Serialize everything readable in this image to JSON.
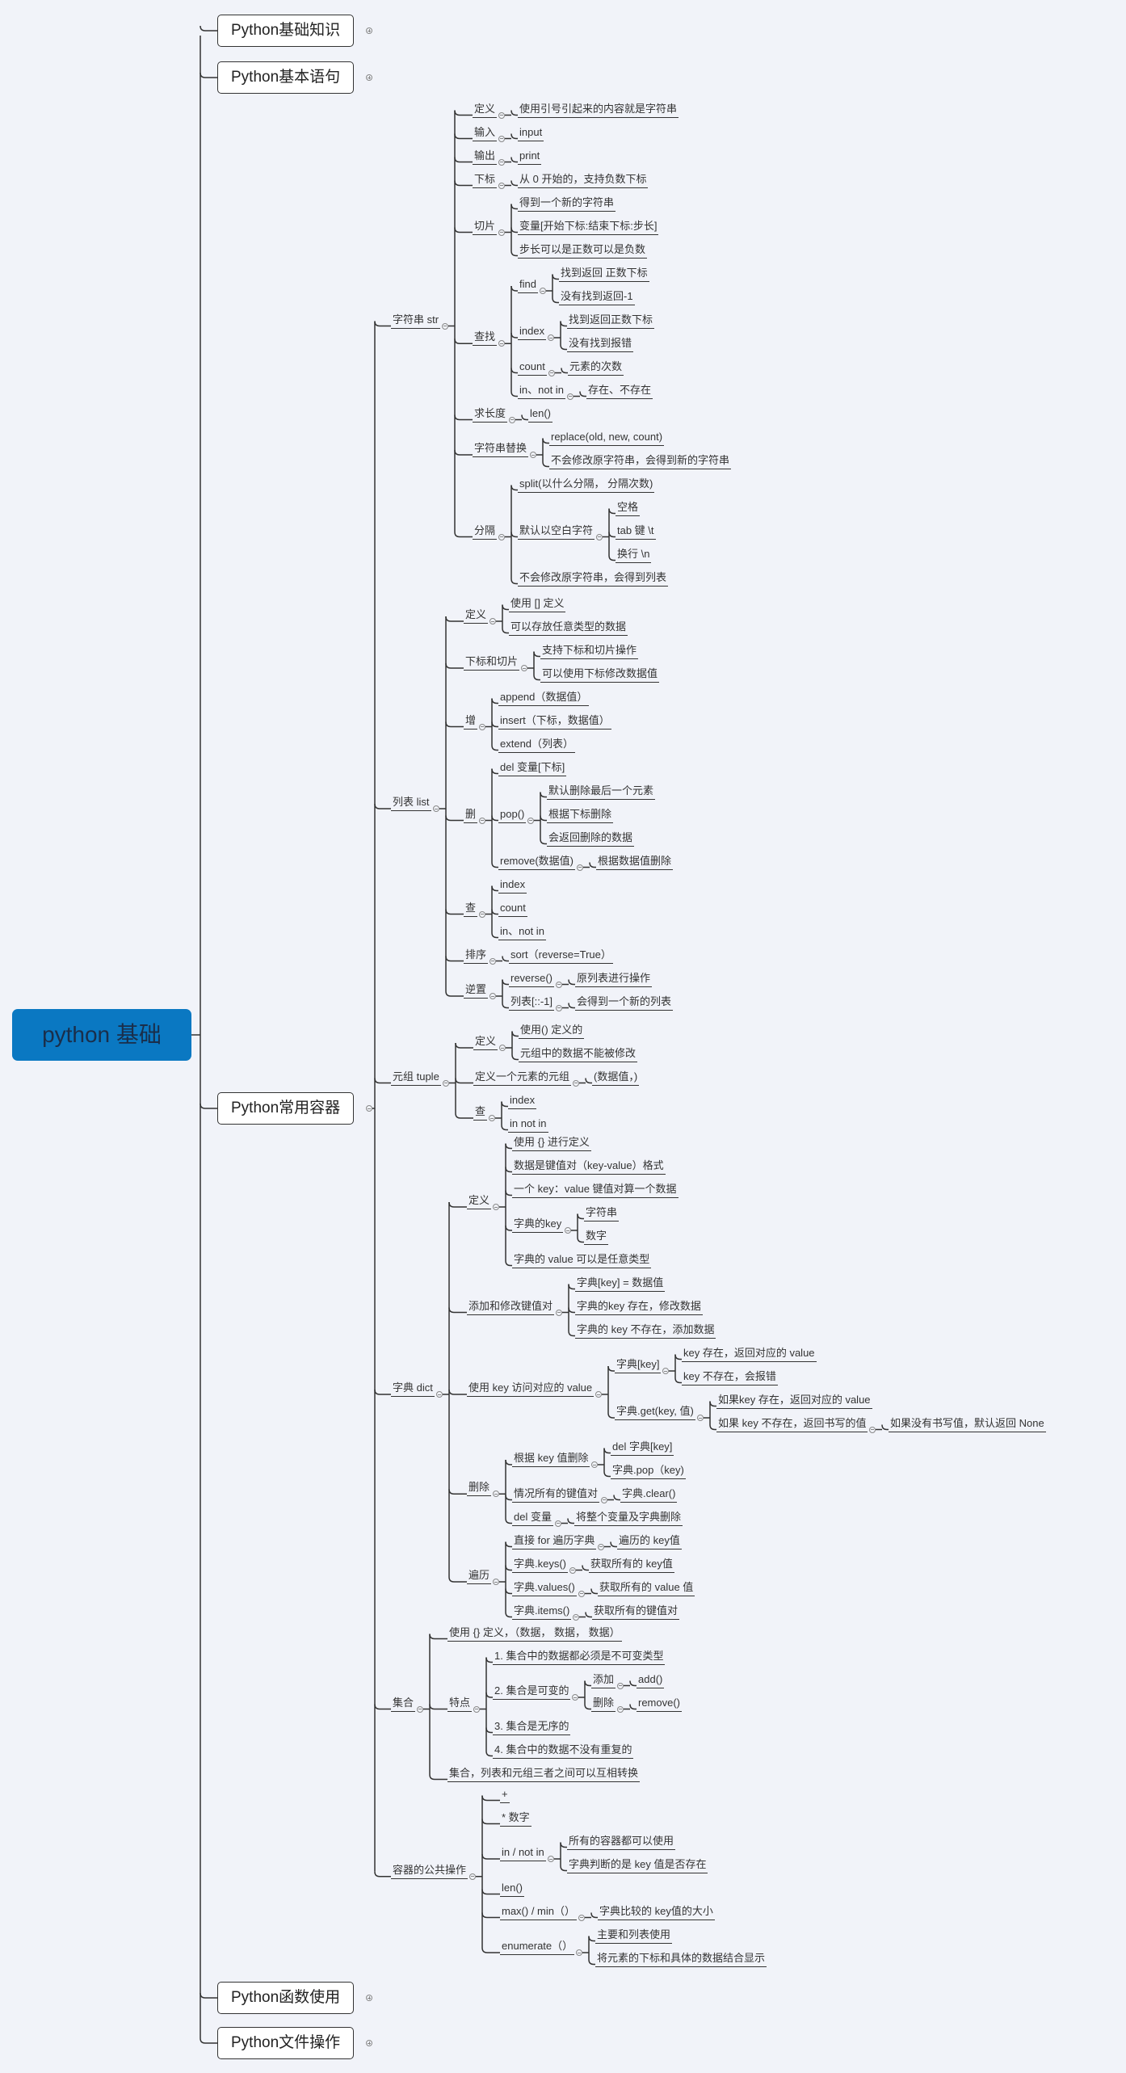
{
  "root": "python 基础",
  "branches": [
    {
      "label": "Python基础知识",
      "collapsed": true
    },
    {
      "label": "Python基本语句",
      "collapsed": true
    },
    {
      "label": "Python常用容器",
      "collapsed": false
    },
    {
      "label": "Python函数使用",
      "collapsed": true
    },
    {
      "label": "Python文件操作",
      "collapsed": true
    }
  ],
  "tree": [
    {
      "t": "字符串 str",
      "k": [
        {
          "t": "定义",
          "k": [
            {
              "t": "使用引号引起来的内容就是字符串"
            }
          ]
        },
        {
          "t": "输入",
          "k": [
            {
              "t": "input"
            }
          ]
        },
        {
          "t": "输出",
          "k": [
            {
              "t": "print"
            }
          ]
        },
        {
          "t": "下标",
          "k": [
            {
              "t": "从 0 开始的，支持负数下标"
            }
          ]
        },
        {
          "t": "切片",
          "k": [
            {
              "t": "得到一个新的字符串"
            },
            {
              "t": "变量[开始下标:结束下标:步长]"
            },
            {
              "t": "步长可以是正数可以是负数"
            }
          ]
        },
        {
          "t": "查找",
          "k": [
            {
              "t": "find",
              "k": [
                {
                  "t": "找到返回  正数下标"
                },
                {
                  "t": "没有找到返回-1"
                }
              ]
            },
            {
              "t": "index",
              "k": [
                {
                  "t": "找到返回正数下标"
                },
                {
                  "t": "没有找到报错"
                }
              ]
            },
            {
              "t": "count",
              "k": [
                {
                  "t": "元素的次数"
                }
              ]
            },
            {
              "t": "in、not in",
              "k": [
                {
                  "t": "存在、不存在"
                }
              ]
            }
          ]
        },
        {
          "t": "求长度",
          "k": [
            {
              "t": "len()"
            }
          ]
        },
        {
          "t": "字符串替换",
          "k": [
            {
              "t": "replace(old, new, count)"
            },
            {
              "t": "不会修改原字符串，会得到新的字符串"
            }
          ]
        },
        {
          "t": "分隔",
          "k": [
            {
              "t": "split(以什么分隔， 分隔次数)"
            },
            {
              "t": "默认以空白字符",
              "k": [
                {
                  "t": "空格"
                },
                {
                  "t": "tab 键 \\t"
                },
                {
                  "t": "换行 \\n"
                }
              ]
            },
            {
              "t": "不会修改原字符串，会得到列表"
            }
          ]
        }
      ]
    },
    {
      "t": "列表 list",
      "k": [
        {
          "t": "定义",
          "k": [
            {
              "t": "使用 [] 定义"
            },
            {
              "t": "可以存放任意类型的数据"
            }
          ]
        },
        {
          "t": "下标和切片",
          "k": [
            {
              "t": "支持下标和切片操作"
            },
            {
              "t": "可以使用下标修改数据值"
            }
          ]
        },
        {
          "t": "增",
          "k": [
            {
              "t": "append（数据值）"
            },
            {
              "t": "insert（下标，数据值）"
            },
            {
              "t": "extend（列表）"
            }
          ]
        },
        {
          "t": "删",
          "k": [
            {
              "t": "del 变量[下标]"
            },
            {
              "t": "pop()",
              "k": [
                {
                  "t": "默认删除最后一个元素"
                },
                {
                  "t": "根据下标删除"
                },
                {
                  "t": "会返回删除的数据"
                }
              ]
            },
            {
              "t": "remove(数据值)",
              "k": [
                {
                  "t": "根据数据值删除"
                }
              ]
            }
          ]
        },
        {
          "t": "查",
          "k": [
            {
              "t": "index"
            },
            {
              "t": "count"
            },
            {
              "t": "in、not in"
            }
          ]
        },
        {
          "t": "排序",
          "k": [
            {
              "t": "sort（reverse=True）"
            }
          ]
        },
        {
          "t": "逆置",
          "k": [
            {
              "t": "reverse()",
              "k": [
                {
                  "t": "原列表进行操作"
                }
              ]
            },
            {
              "t": "列表[::-1]",
              "k": [
                {
                  "t": "会得到一个新的列表"
                }
              ]
            }
          ]
        }
      ]
    },
    {
      "t": "元组 tuple",
      "k": [
        {
          "t": "定义",
          "k": [
            {
              "t": "使用() 定义的"
            },
            {
              "t": "元组中的数据不能被修改"
            }
          ]
        },
        {
          "t": "定义一个元素的元组",
          "k": [
            {
              "t": "(数据值，)"
            }
          ]
        },
        {
          "t": "查",
          "k": [
            {
              "t": "index"
            },
            {
              "t": "in not in"
            }
          ]
        }
      ]
    },
    {
      "t": "字典 dict",
      "k": [
        {
          "t": "定义",
          "k": [
            {
              "t": "使用 {} 进行定义"
            },
            {
              "t": "数据是键值对（key-value）格式"
            },
            {
              "t": "一个 key：value 键值对算一个数据"
            },
            {
              "t": "字典的key",
              "k": [
                {
                  "t": "字符串"
                },
                {
                  "t": "数字"
                }
              ]
            },
            {
              "t": "字典的 value 可以是任意类型"
            }
          ]
        },
        {
          "t": "添加和修改键值对",
          "k": [
            {
              "t": "字典[key] = 数据值"
            },
            {
              "t": "字典的key 存在，修改数据"
            },
            {
              "t": "字典的 key 不存在，添加数据"
            }
          ]
        },
        {
          "t": "使用 key 访问对应的 value",
          "k": [
            {
              "t": "字典[key]",
              "k": [
                {
                  "t": "key 存在，返回对应的 value"
                },
                {
                  "t": "key 不存在，会报错"
                }
              ]
            },
            {
              "t": "字典.get(key, 值)",
              "k": [
                {
                  "t": "如果key 存在，返回对应的 value"
                },
                {
                  "t": "如果 key 不存在，返回书写的值",
                  "k": [
                    {
                      "t": "如果没有书写值，默认返回 None"
                    }
                  ]
                }
              ]
            }
          ]
        },
        {
          "t": "删除",
          "k": [
            {
              "t": "根据 key 值删除",
              "k": [
                {
                  "t": "del 字典[key]"
                },
                {
                  "t": "字典.pop（key)"
                }
              ]
            },
            {
              "t": "情况所有的键值对",
              "k": [
                {
                  "t": "字典.clear()"
                }
              ]
            },
            {
              "t": "del 变量",
              "k": [
                {
                  "t": "将整个变量及字典删除"
                }
              ]
            }
          ]
        },
        {
          "t": "遍历",
          "k": [
            {
              "t": "直接 for 遍历字典",
              "k": [
                {
                  "t": "遍历的 key值"
                }
              ]
            },
            {
              "t": "字典.keys()",
              "k": [
                {
                  "t": "获取所有的 key值"
                }
              ]
            },
            {
              "t": "字典.values()",
              "k": [
                {
                  "t": "获取所有的 value 值"
                }
              ]
            },
            {
              "t": "字典.items()",
              "k": [
                {
                  "t": "获取所有的键值对"
                }
              ]
            }
          ]
        }
      ]
    },
    {
      "t": "集合",
      "k": [
        {
          "t": "使用 {} 定义，（数据，  数据，  数据）"
        },
        {
          "t": "特点",
          "k": [
            {
              "t": "1. 集合中的数据都必须是不可变类型"
            },
            {
              "t": "2. 集合是可变的",
              "k": [
                {
                  "t": "添加",
                  "k": [
                    {
                      "t": "add()"
                    }
                  ]
                },
                {
                  "t": "删除",
                  "k": [
                    {
                      "t": "remove()"
                    }
                  ]
                }
              ]
            },
            {
              "t": "3. 集合是无序的"
            },
            {
              "t": "4. 集合中的数据不没有重复的"
            }
          ]
        },
        {
          "t": "集合，列表和元组三者之间可以互相转换"
        }
      ]
    },
    {
      "t": "容器的公共操作",
      "k": [
        {
          "t": "+"
        },
        {
          "t": "*  数字"
        },
        {
          "t": "in  / not in",
          "k": [
            {
              "t": "所有的容器都可以使用"
            },
            {
              "t": "字典判断的是 key 值是否存在"
            }
          ]
        },
        {
          "t": "len()"
        },
        {
          "t": "max() / min（）",
          "k": [
            {
              "t": "字典比较的 key值的大小"
            }
          ]
        },
        {
          "t": "enumerate（）",
          "k": [
            {
              "t": "主要和列表使用"
            },
            {
              "t": "将元素的下标和具体的数据结合显示"
            }
          ]
        }
      ]
    }
  ]
}
